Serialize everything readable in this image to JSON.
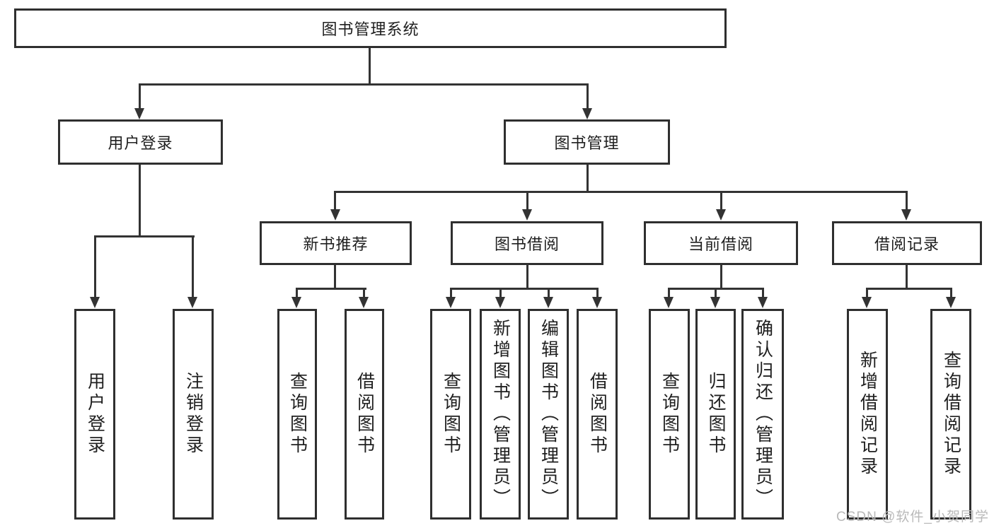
{
  "page": {
    "watermark": "CSDN @软件_小贺同学"
  },
  "colors": {
    "background": "#ffffff",
    "box_border": "#2f2f2f",
    "connector_line": "#333333",
    "text": "#1f1f1f",
    "watermark_text": "#b9b9b9"
  },
  "tree": {
    "root": {
      "label": "图书管理系统",
      "children": [
        {
          "label": "用户登录",
          "children": [
            {
              "label": "用户登录"
            },
            {
              "label": "注销登录"
            }
          ]
        },
        {
          "label": "图书管理",
          "children": [
            {
              "label": "新书推荐",
              "children": [
                {
                  "label": "查询图书"
                },
                {
                  "label": "借阅图书"
                }
              ]
            },
            {
              "label": "图书借阅",
              "children": [
                {
                  "label": "查询图书"
                },
                {
                  "label": "新增图书（管理员）"
                },
                {
                  "label": "编辑图书（管理员）"
                },
                {
                  "label": "借阅图书"
                }
              ]
            },
            {
              "label": "当前借阅",
              "children": [
                {
                  "label": "查询图书"
                },
                {
                  "label": "归还图书"
                },
                {
                  "label": "确认归还（管理员）"
                }
              ]
            },
            {
              "label": "借阅记录",
              "children": [
                {
                  "label": "新增借阅记录"
                },
                {
                  "label": "查询借阅记录"
                }
              ]
            }
          ]
        }
      ]
    }
  }
}
